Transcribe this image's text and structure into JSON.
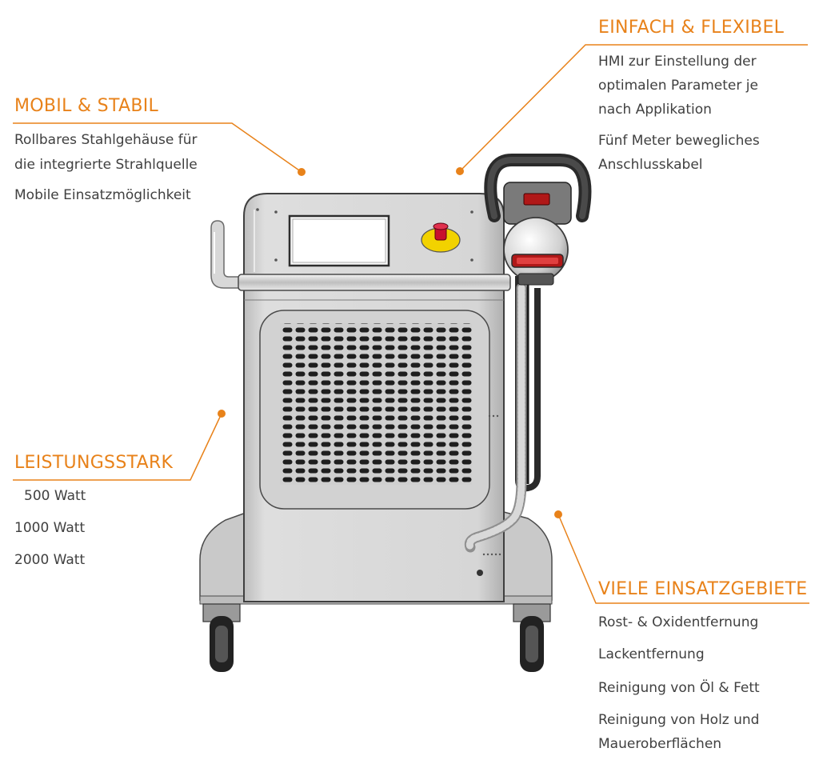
{
  "colors": {
    "accent": "#e8821a",
    "text": "#404040",
    "machine_body": "#d9d9d9",
    "machine_dark": "#2a2a2a",
    "emergency_red": "#c8102e",
    "emergency_yellow": "#f2d200"
  },
  "callouts": {
    "mobil": {
      "heading": "MOBIL & STABIL",
      "lines": [
        "Rollbares Stahlgehäuse für",
        "die integrierte Strahlquelle",
        "Mobile Einsatzmöglichkeit"
      ]
    },
    "einfach": {
      "heading": "EINFACH & FLEXIBEL",
      "lines": [
        "HMI zur Einstellung der",
        "optimalen Parameter je",
        "nach Applikation",
        "Fünf  Meter bewegliches",
        "Anschlusskabel"
      ]
    },
    "leistung": {
      "heading": "LEISTUNGSSTARK",
      "lines": [
        "500 Watt",
        "1000 Watt",
        "2000 Watt"
      ]
    },
    "viele": {
      "heading": "VIELE EINSATZGEBIETE",
      "lines": [
        "Rost- & Oxidentfernung",
        "Lackentfernung",
        "Reinigung von Öl & Fett",
        "Reinigung von Holz und",
        "Maueroberflächen"
      ]
    }
  }
}
